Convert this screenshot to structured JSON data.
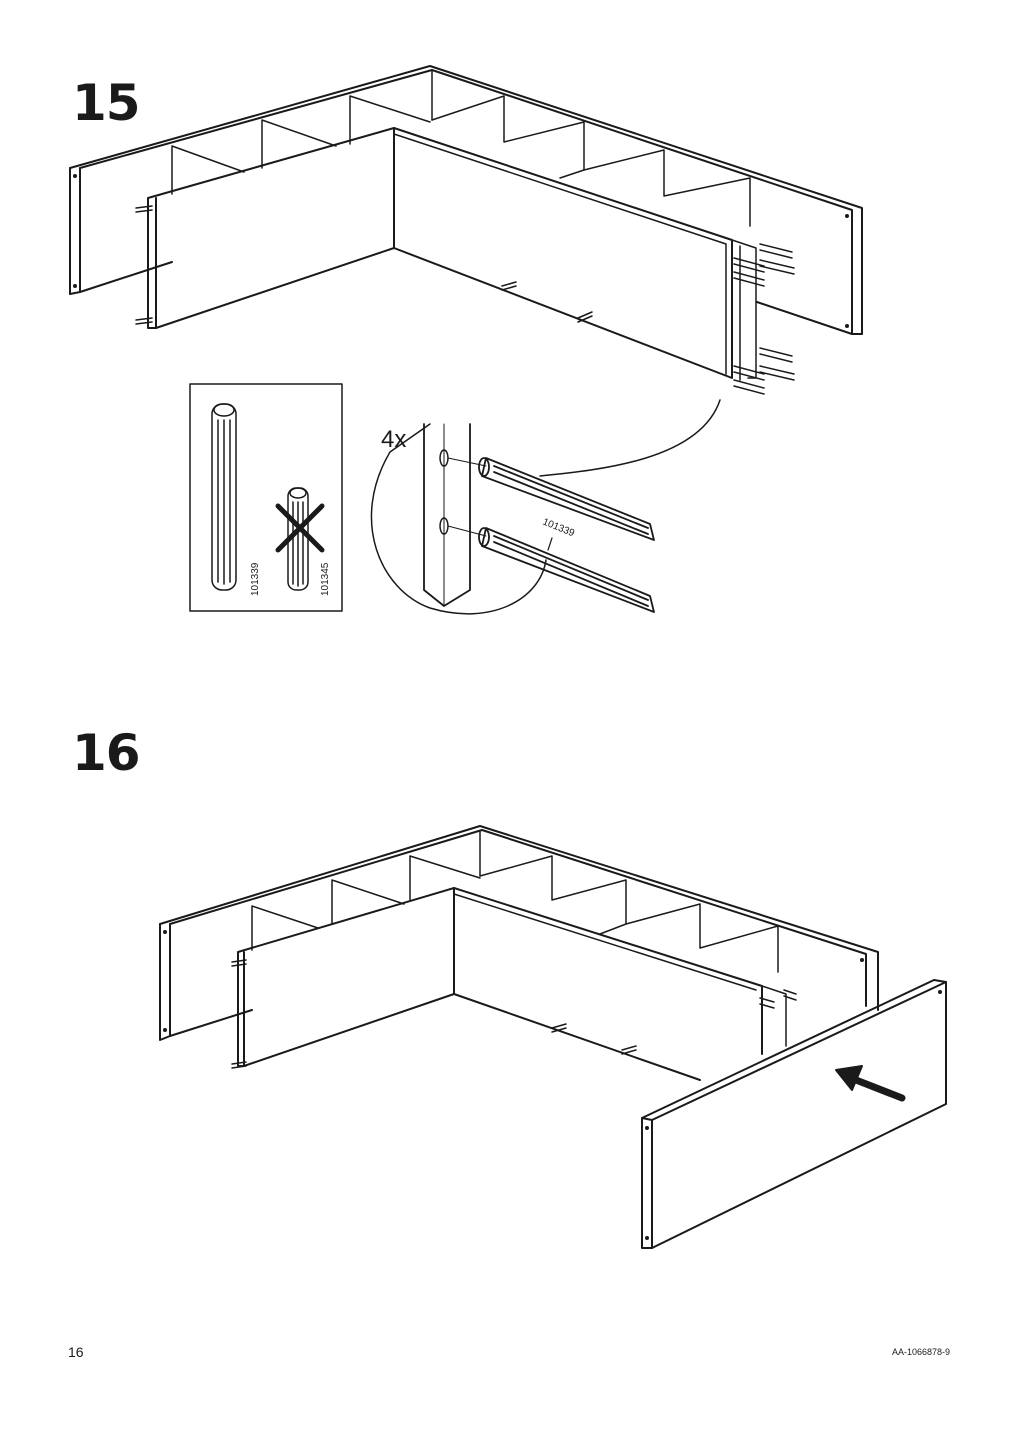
{
  "page": {
    "page_number": "16",
    "document_code": "AA-1066878-9"
  },
  "steps": [
    {
      "number": "15",
      "callout_quantity": "4x",
      "part_label_on_dowel": "101339",
      "part_reference": {
        "correct_part": "101339",
        "wrong_part": "101345"
      }
    },
    {
      "number": "16"
    }
  ],
  "icons": [
    "dowel-icon",
    "cross-mark-icon",
    "arrow-icon",
    "magnify-callout"
  ],
  "colors": {
    "line": "#1a1a1a",
    "background": "#ffffff"
  }
}
